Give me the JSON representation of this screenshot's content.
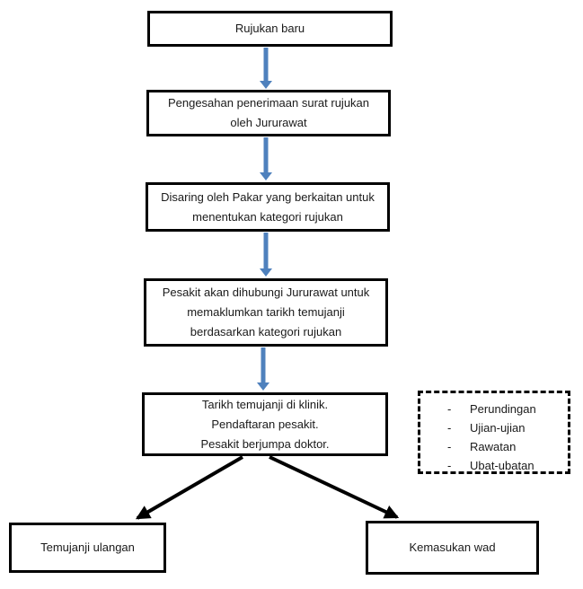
{
  "colors": {
    "arrow_blue": "#4F81BD",
    "arrow_black": "#000000",
    "box_border": "#000000",
    "background": "#FFFFFF",
    "text": "#1A1A1A"
  },
  "flowchart": {
    "nodes": [
      {
        "name": "rujukan-baru",
        "lines": [
          "Rujukan baru"
        ]
      },
      {
        "name": "pengesahan-penerimaan",
        "lines": [
          "Pengesahan penerimaan surat rujukan",
          "oleh Jururawat"
        ]
      },
      {
        "name": "disaring-pakar",
        "lines": [
          "Disaring oleh Pakar yang berkaitan untuk",
          "menentukan kategori rujukan"
        ]
      },
      {
        "name": "pesakit-dihubungi",
        "lines": [
          "Pesakit akan dihubungi Jururawat untuk",
          "memaklumkan tarikh temujanji",
          "berdasarkan kategori rujukan"
        ]
      },
      {
        "name": "tarikh-temujanji-klinik",
        "lines": [
          "Tarikh temujanji di klinik.",
          "Pendaftaran pesakit.",
          "Pesakit berjumpa doktor."
        ]
      },
      {
        "name": "temujanji-ulangan",
        "lines": [
          "Temujanji ulangan"
        ]
      },
      {
        "name": "kemasukan-wad",
        "lines": [
          "Kemasukan wad"
        ]
      }
    ],
    "side_note": {
      "bullet": "-",
      "items": [
        "Perundingan",
        "Ujian-ujian",
        "Rawatan",
        "Ubat-ubatan"
      ]
    }
  }
}
